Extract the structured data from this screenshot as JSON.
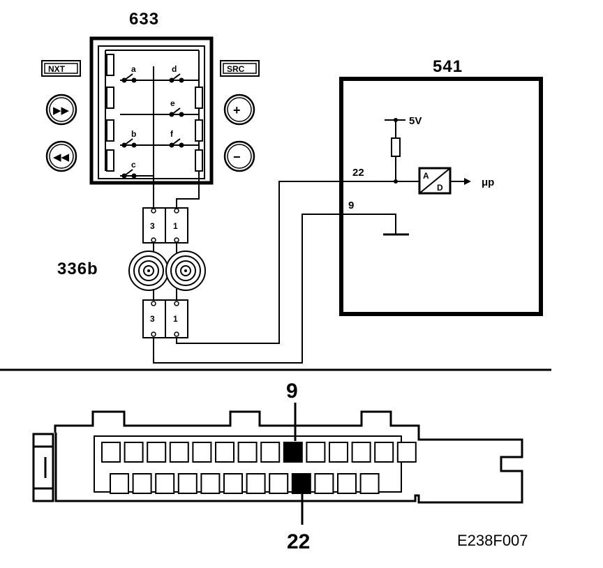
{
  "components": {
    "switch_unit": {
      "id": "633",
      "switches": [
        "a",
        "b",
        "c",
        "d",
        "e",
        "f"
      ]
    },
    "control_unit": {
      "id": "541",
      "voltage": "5V",
      "converter_a": "A",
      "converter_d": "D",
      "output": "μp",
      "pin_22": "22",
      "pin_9": "9"
    },
    "clockspring": {
      "id": "336b",
      "connector_pins": [
        "3",
        "1"
      ]
    }
  },
  "buttons": {
    "left_top": "NXT",
    "right_top": "SRC",
    "next": "▶▶",
    "prev": "◀◀",
    "plus": "+",
    "minus": "−"
  },
  "connector_view": {
    "pin_top": "9",
    "pin_bottom": "22",
    "top_row_count": 14,
    "bottom_row_count": 12,
    "highlight_top_index": 8,
    "highlight_bottom_index": 8
  },
  "figure_code": "E238F007"
}
